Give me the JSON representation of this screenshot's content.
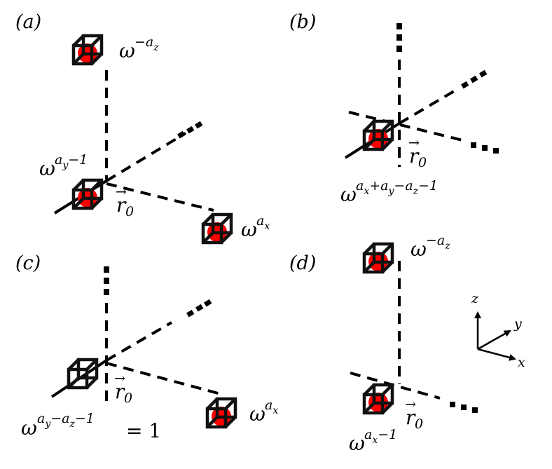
{
  "figure": {
    "panels": [
      {
        "id": "a",
        "label": "(a)"
      },
      {
        "id": "b",
        "label": "(b)"
      },
      {
        "id": "c",
        "label": "(c)"
      },
      {
        "id": "d",
        "label": "(d)"
      }
    ],
    "colors": {
      "site": "#ff0000",
      "lines": "#000000",
      "background": "#ffffff"
    },
    "symbols": {
      "omega": "ω",
      "r0": "r",
      "r0_sub": "0",
      "vec_arrow": "→"
    },
    "labels": {
      "a_top_exp": "−a",
      "a_top_sub": "z",
      "a_left_exp": "a",
      "a_left_sub": "y",
      "a_left_tail": "−1",
      "a_right_exp": "a",
      "a_right_sub": "x",
      "b_exp_1": "a",
      "b_sub_1": "x",
      "b_exp_2": "+a",
      "b_sub_2": "y",
      "b_exp_3": "−a",
      "b_sub_3": "z",
      "b_tail": "−1",
      "c_right_exp": "a",
      "c_right_sub": "x",
      "c_bottom_exp_1": "a",
      "c_bottom_sub_1": "y",
      "c_bottom_exp_2": "−a",
      "c_bottom_sub_2": "z",
      "c_bottom_tail": "−1",
      "c_bottom_eq": "= 1",
      "d_top_exp": "−a",
      "d_top_sub": "z",
      "d_bottom_exp": "a",
      "d_bottom_sub": "x",
      "d_bottom_tail": "−1"
    },
    "axes": {
      "z": "z",
      "y": "y",
      "x": "x"
    }
  }
}
